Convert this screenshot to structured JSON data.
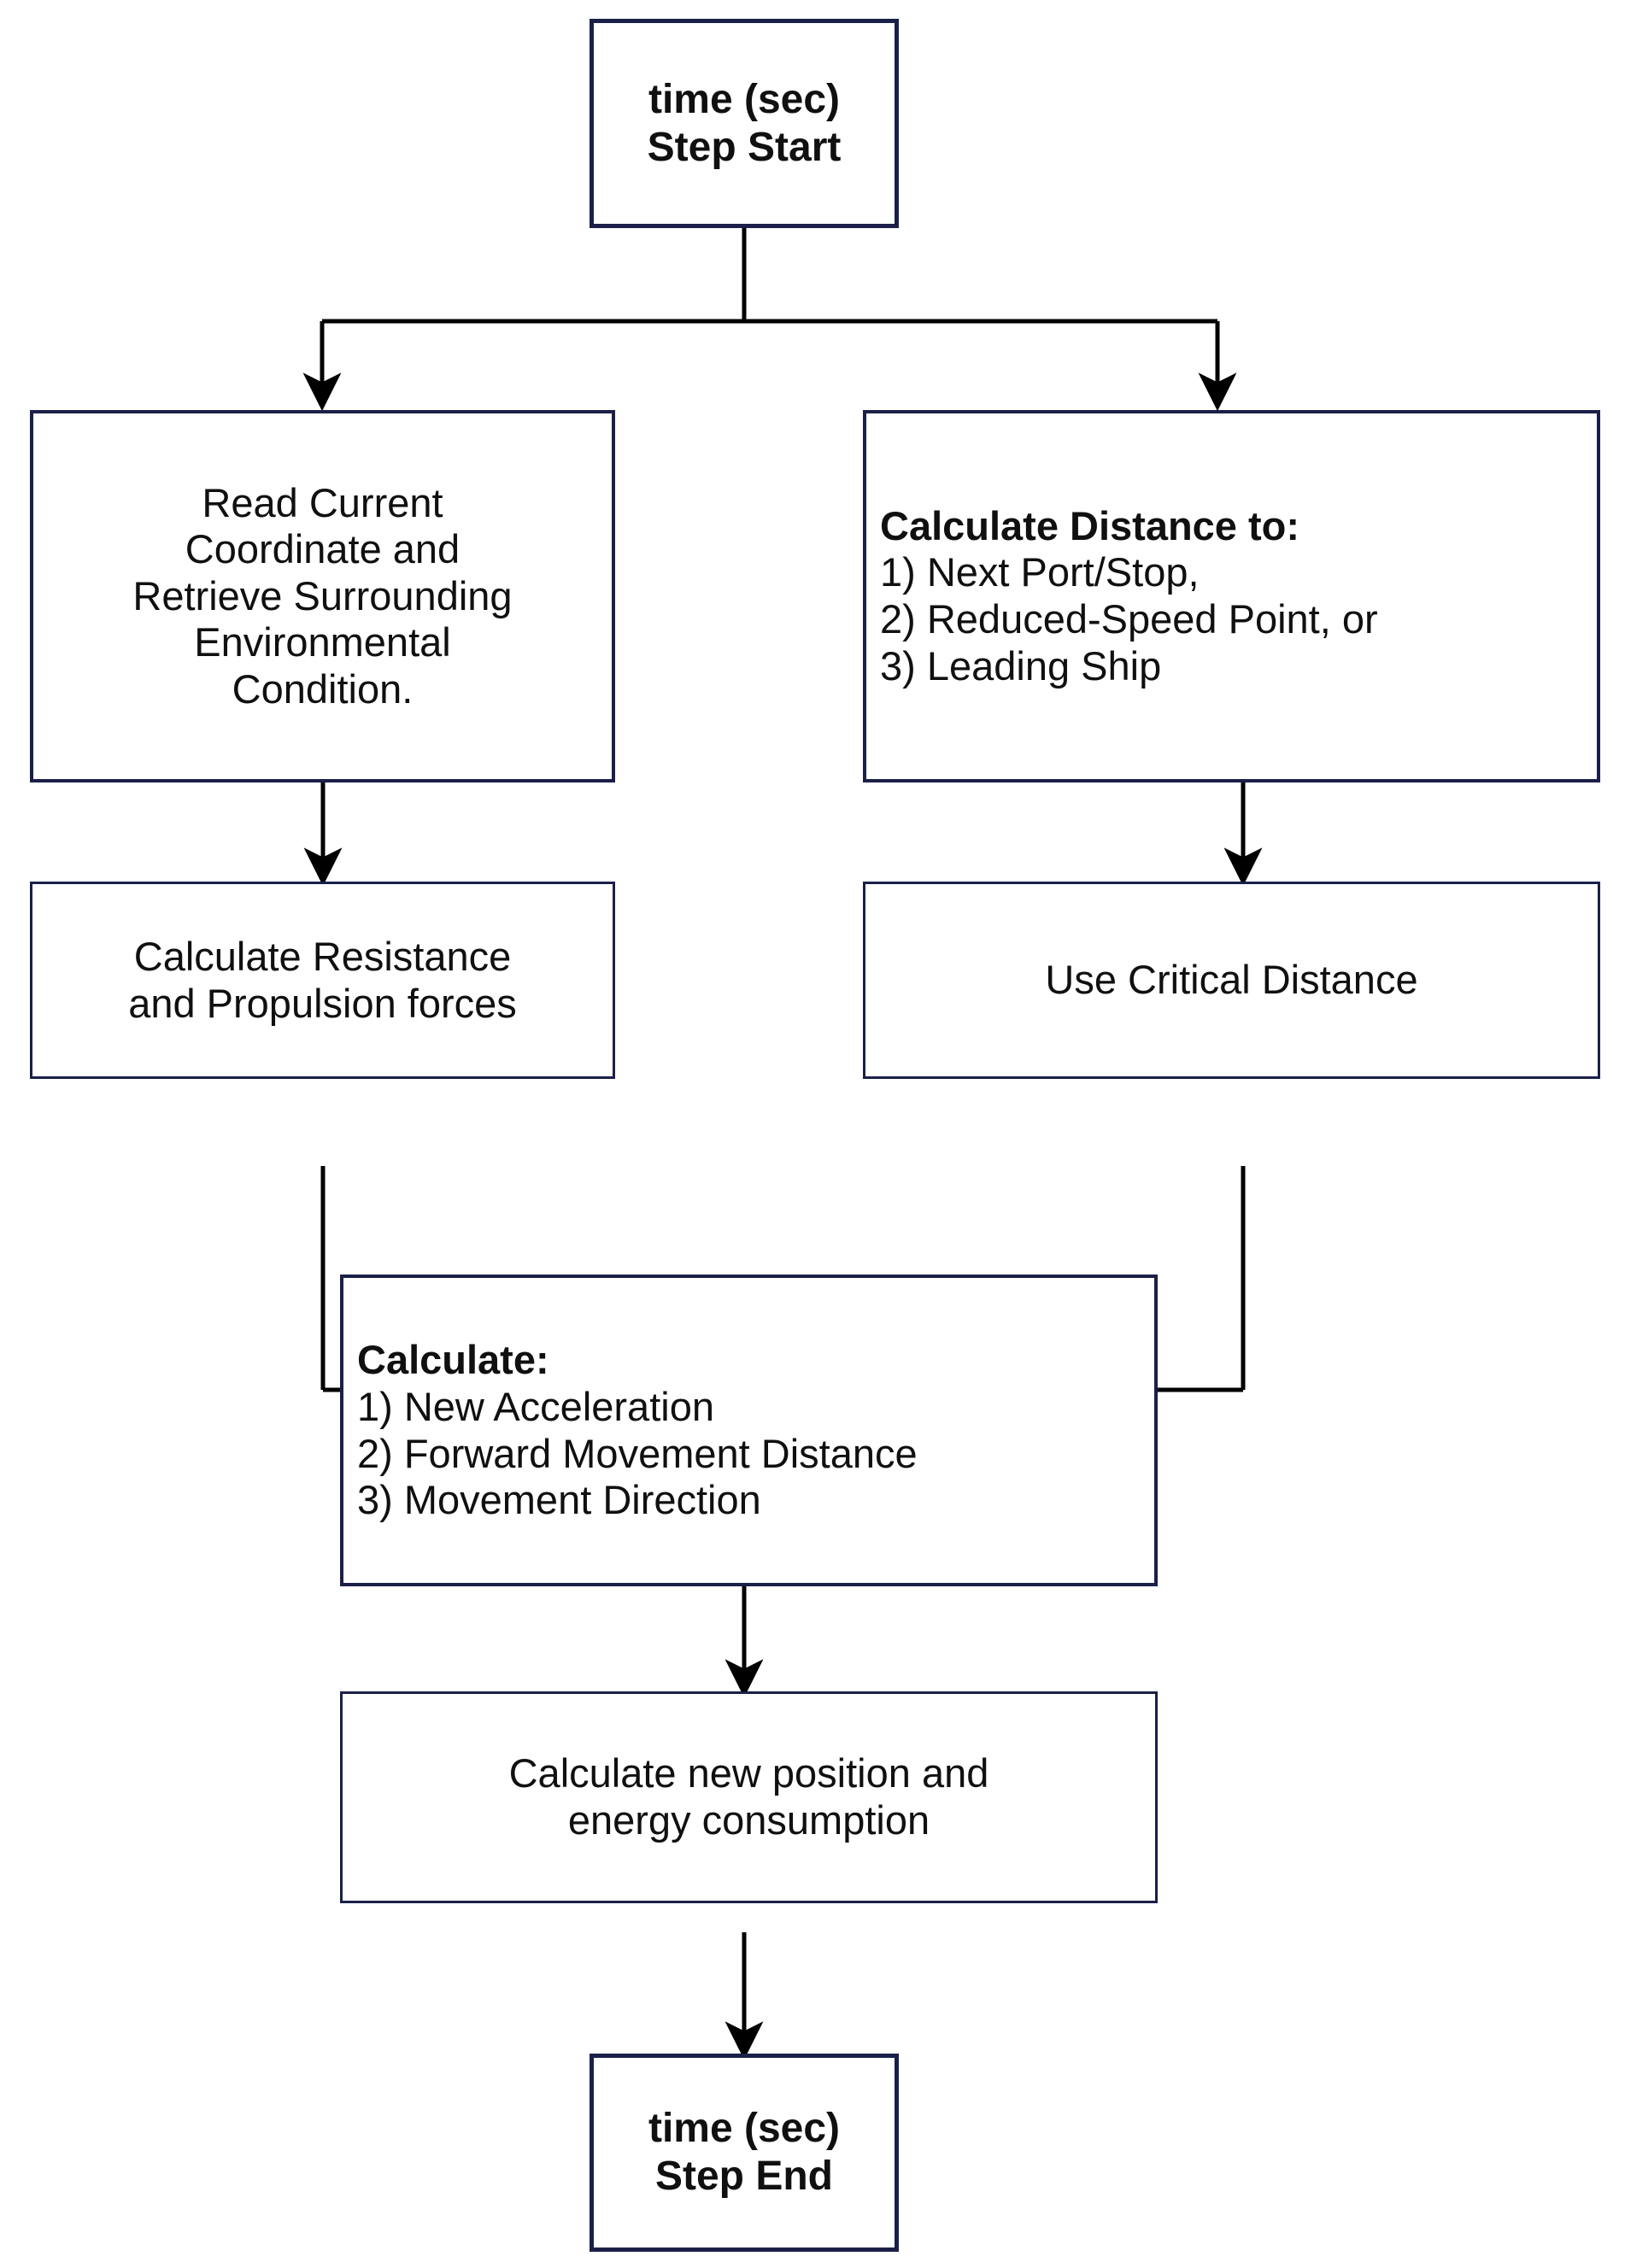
{
  "diagram": {
    "title": "Ship time-step simulation flowchart",
    "border_color": "#1a2048",
    "connector_color": "#000000",
    "background": "#ffffff"
  },
  "nodes": {
    "start": {
      "name": "step-start",
      "lines": [
        "time (sec)",
        "Step Start"
      ]
    },
    "read_environment": {
      "name": "read-current-coordinate",
      "lines": [
        "Read Current",
        "Coordinate and",
        "Retrieve Surrounding",
        "Environmental",
        "Condition."
      ]
    },
    "calculate_distance": {
      "name": "calculate-distance",
      "heading": "Calculate Distance to:",
      "items": [
        "1) Next Port/Stop,",
        "2) Reduced-Speed Point, or",
        "3) Leading Ship"
      ]
    },
    "resistance_propulsion": {
      "name": "calculate-resistance-propulsion",
      "lines": [
        "Calculate Resistance",
        "and Propulsion forces"
      ]
    },
    "critical_distance": {
      "name": "use-critical-distance",
      "lines": [
        "Use Critical Distance"
      ]
    },
    "calculate_motion": {
      "name": "calculate-motion",
      "heading": "Calculate:",
      "items": [
        "1) New Acceleration",
        "2) Forward Movement Distance",
        "3) Movement Direction"
      ]
    },
    "new_position": {
      "name": "calculate-new-position",
      "lines": [
        "Calculate new position and",
        "energy consumption"
      ]
    },
    "end": {
      "name": "step-end",
      "lines": [
        "time (sec)",
        "Step End"
      ]
    }
  }
}
